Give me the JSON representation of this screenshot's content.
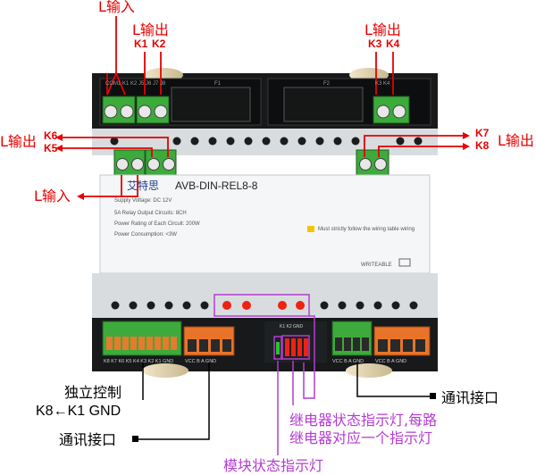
{
  "callouts": {
    "l_input_top": "L输入",
    "l_output_k1k2": "L输出",
    "k1": "K1",
    "k2": "K2",
    "l_output_k3k4": "L输出",
    "k3": "K3",
    "k4": "K4",
    "k6": "K6",
    "k5": "K5",
    "l_output_k5k6": "L输出",
    "l_input_mid": "L输入",
    "k7": "K7",
    "k8": "K8",
    "l_output_k7k8": "L输出",
    "independent_control": "独立控制",
    "k8_k1_gnd": "K8←K1 GND",
    "comm_port_left": "通讯接口",
    "comm_port_right": "通讯接口",
    "relay_led_desc_1": "继电器状态指示灯,每路",
    "relay_led_desc_2": "继电器对应一个指示灯",
    "module_led": "模块状态指示灯"
  },
  "device": {
    "model": "AVB-DIN-REL8-8",
    "brand": "艾特思",
    "spec_voltage": "Supply Voltage: DC 12V",
    "spec_circuits": "5A Relay Output Circuits: 8CH",
    "spec_power": "Power Rating of Each Circuit: 200W",
    "spec_consumption": "Power Consumption: <3W",
    "warning": "Must strictly follow the wiring table wiring",
    "writable": "WRITEABLE",
    "fuse_f1": "F1",
    "fuse_f2": "F2",
    "top_left_pins": "COM1  K1  K2  J5  J6  J7  J8",
    "top_right_pins": "K3  K4",
    "bottom_left_pins": "K8 K7 K6 K5 K4 K3 K2 K1 GND",
    "bottom_mid_pins": "VCC  B  A  GND",
    "bottom_right_pins_1": "VCC  B  A  GND",
    "bottom_right_pins_2": "VCC  B  A  GND",
    "relay_strip": "K1 K2 GND"
  },
  "colors": {
    "callout_red": "#e60000",
    "callout_purple": "#b43cd2",
    "terminal_green": "#3daa3c",
    "terminal_orange": "#e8742a",
    "led_red": "#ee2211",
    "led_green": "#22cc22"
  }
}
